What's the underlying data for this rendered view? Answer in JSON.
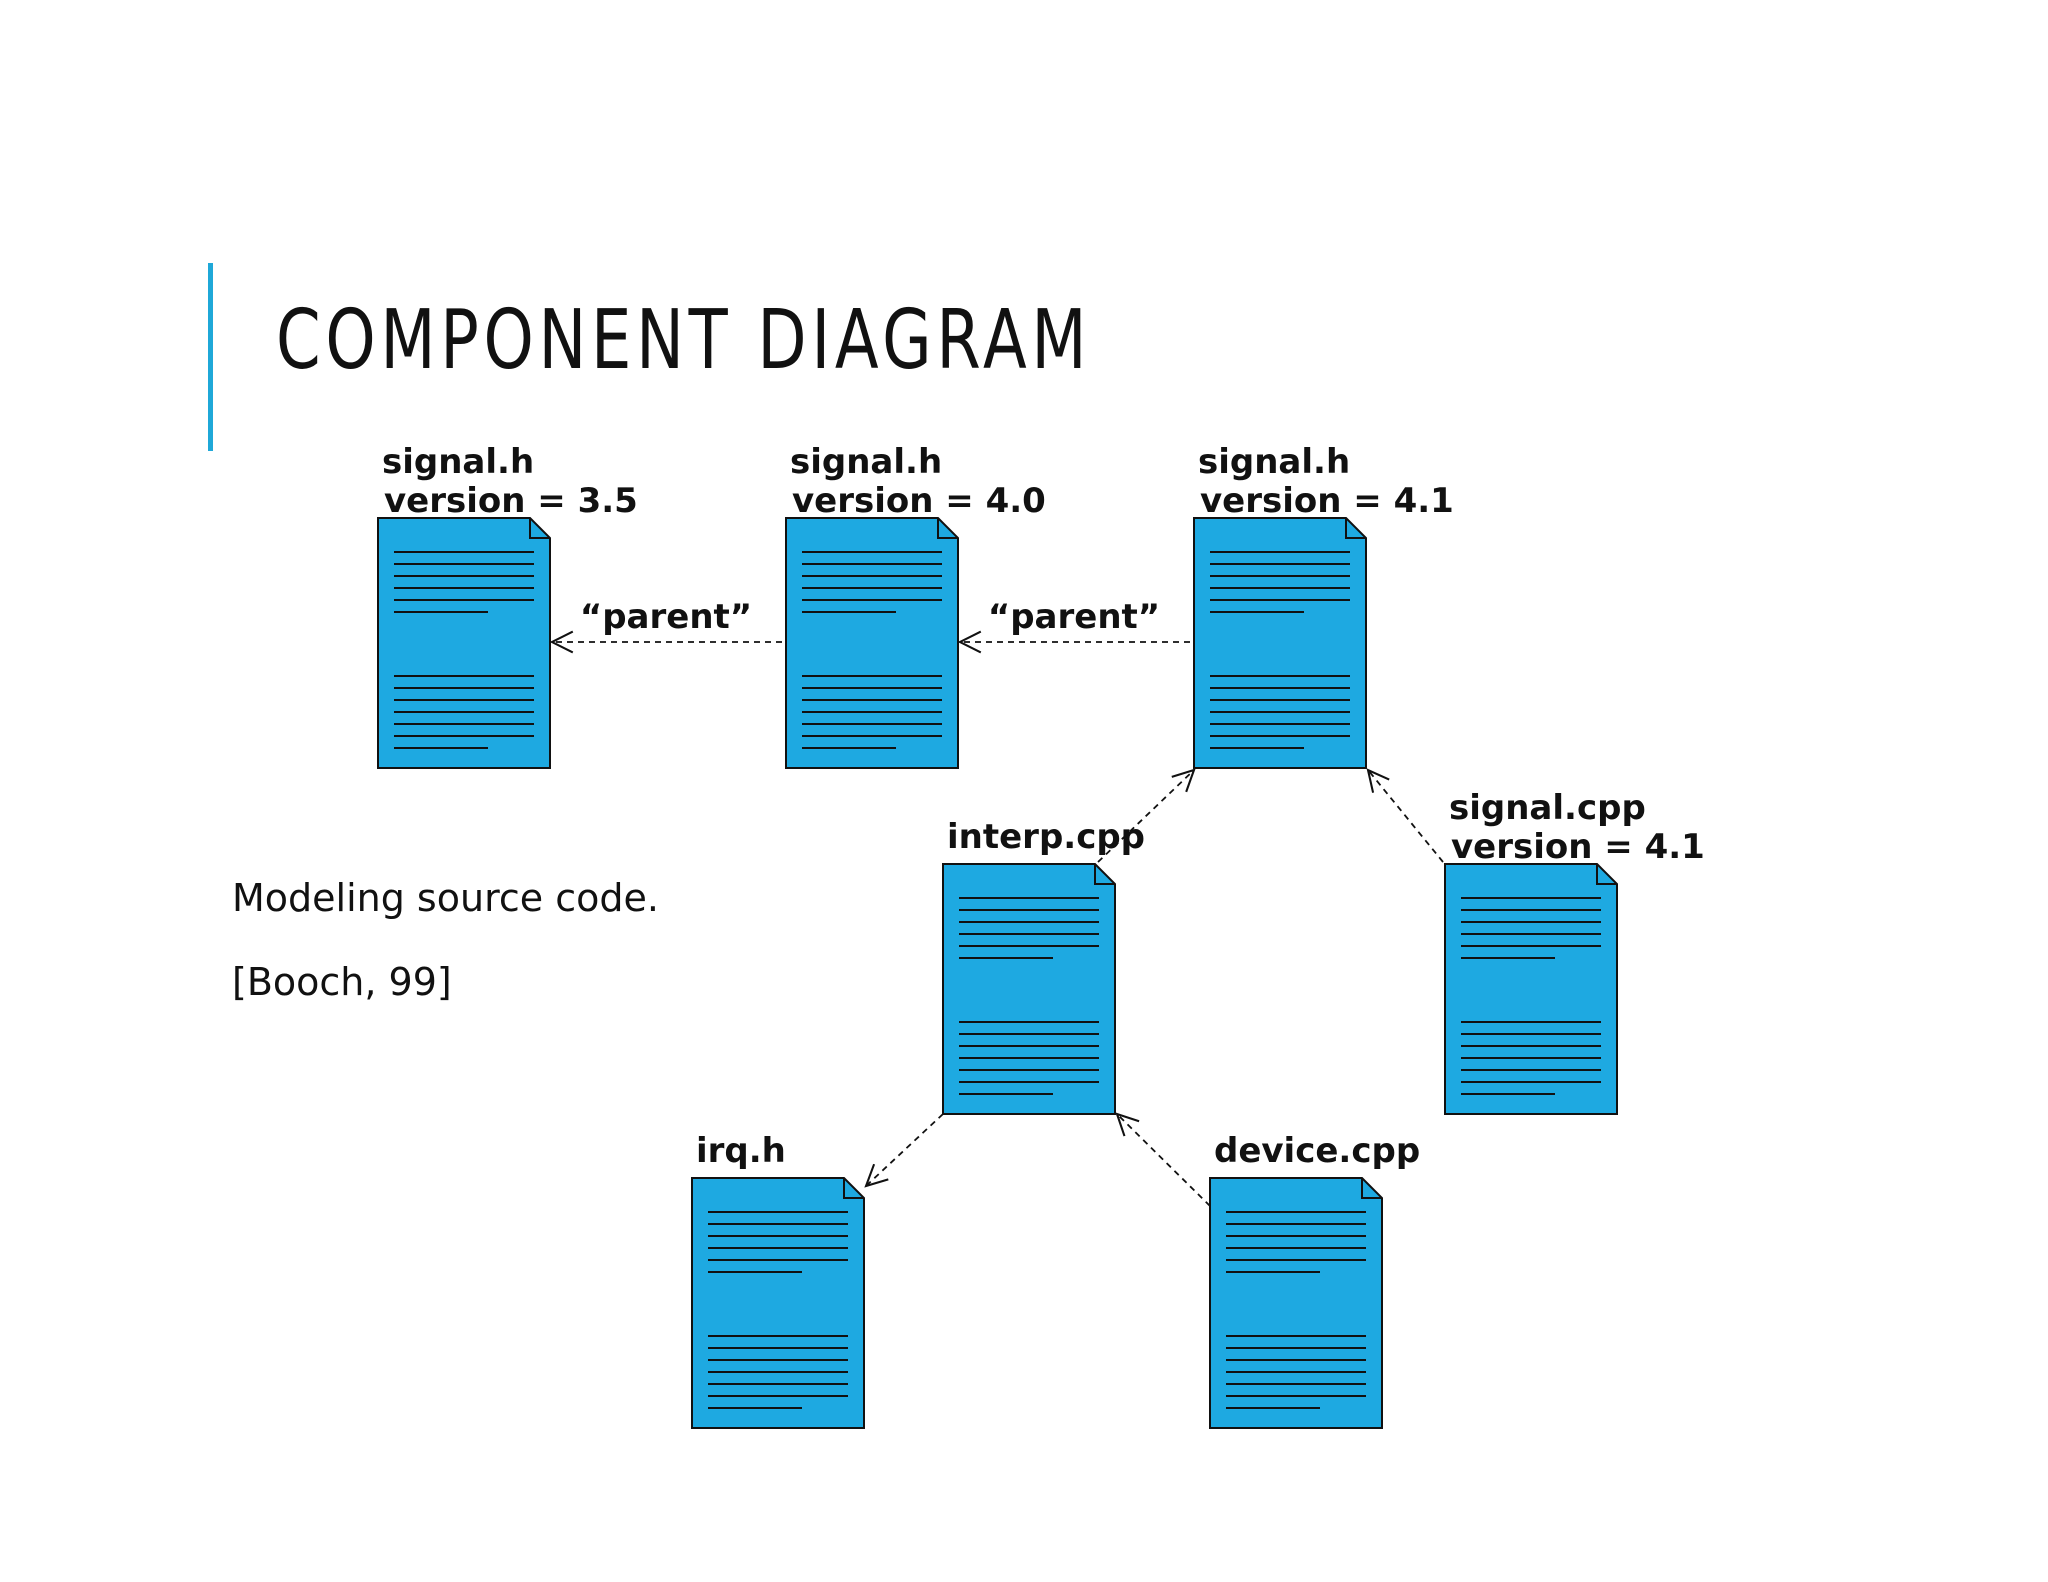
{
  "slide": {
    "title": "COMPONENT DIAGRAM",
    "caption": "Modeling source code.",
    "citation": "[Booch, 99]"
  },
  "colors": {
    "accent": "#1fa8d8",
    "component_fill": "#1ea9e1",
    "text": "#111111"
  },
  "diagram": {
    "components": [
      {
        "id": "signal_h_35",
        "name": "signal.h",
        "version": "version = 3.5",
        "icon": "document-icon"
      },
      {
        "id": "signal_h_40",
        "name": "signal.h",
        "version": "version = 4.0",
        "icon": "document-icon"
      },
      {
        "id": "signal_h_41",
        "name": "signal.h",
        "version": "version = 4.1",
        "icon": "document-icon"
      },
      {
        "id": "interp_cpp",
        "name": "interp.cpp",
        "version": "",
        "icon": "document-icon"
      },
      {
        "id": "signal_cpp",
        "name": "signal.cpp",
        "version": "version = 4.1",
        "icon": "document-icon"
      },
      {
        "id": "irq_h",
        "name": "irq.h",
        "version": "",
        "icon": "document-icon"
      },
      {
        "id": "device_cpp",
        "name": "device.cpp",
        "version": "",
        "icon": "document-icon"
      }
    ],
    "dependencies": [
      {
        "from": "signal_h_40",
        "to": "signal_h_35",
        "label": "“parent”"
      },
      {
        "from": "signal_h_41",
        "to": "signal_h_40",
        "label": "“parent”"
      },
      {
        "from": "interp_cpp",
        "to": "signal_h_41",
        "label": ""
      },
      {
        "from": "signal_cpp",
        "to": "signal_h_41",
        "label": ""
      },
      {
        "from": "interp_cpp",
        "to": "irq_h",
        "label": ""
      },
      {
        "from": "device_cpp",
        "to": "interp_cpp",
        "label": ""
      }
    ]
  }
}
